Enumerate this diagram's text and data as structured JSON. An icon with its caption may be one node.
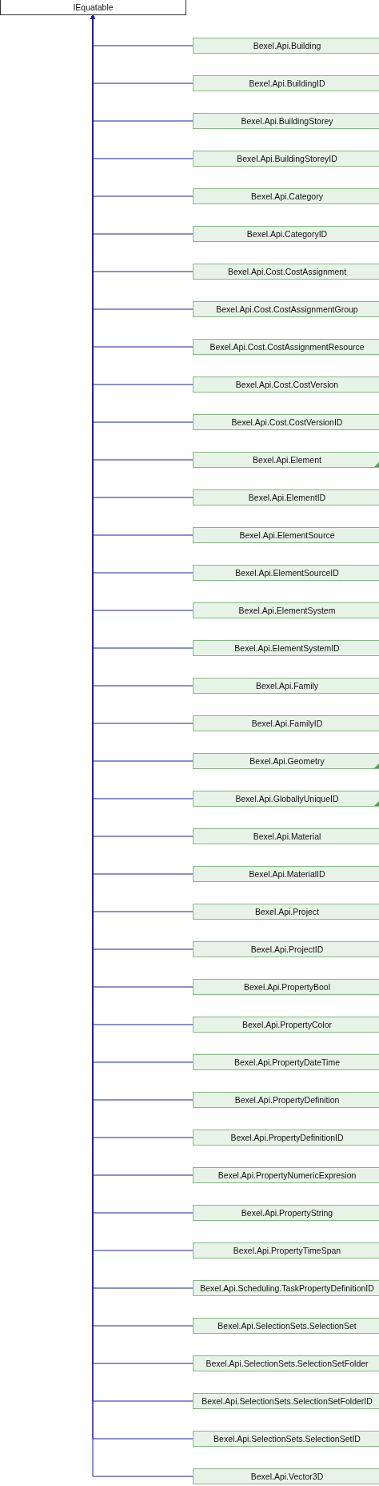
{
  "diagram": {
    "nodes": [
      {
        "text": [
          "IEquatable"
        ]
      },
      {
        "text": [
          "Bexel.Api.Building"
        ]
      },
      {
        "text": [
          "Bexel.Api.BuildingID"
        ]
      },
      {
        "text": [
          "Bexel.Api.BuildingStorey"
        ]
      },
      {
        "text": [
          "Bexel.Api.BuildingStoreyID"
        ]
      },
      {
        "text": [
          "Bexel.Api.Category"
        ]
      },
      {
        "text": [
          "Bexel.Api.CategoryID"
        ]
      },
      {
        "text": [
          "Bexel.Api.Cost.CostAssignment"
        ]
      },
      {
        "text": [
          "Bexel.Api.Cost.CostAssignmentGroup"
        ]
      },
      {
        "text": [
          "Bexel.Api.Cost.CostAssignmentResource"
        ]
      },
      {
        "text": [
          "Bexel.Api.Cost.CostVersion"
        ]
      },
      {
        "text": [
          "Bexel.Api.Cost.CostVersionID"
        ]
      },
      {
        "text": [
          "Bexel.Api.Element"
        ]
      },
      {
        "text": [
          "Bexel.Api.ElementID"
        ]
      },
      {
        "text": [
          "Bexel.Api.ElementSource"
        ]
      },
      {
        "text": [
          "Bexel.Api.ElementSourceID"
        ]
      },
      {
        "text": [
          "Bexel.Api.ElementSystem"
        ]
      },
      {
        "text": [
          "Bexel.Api.ElementSystemID"
        ]
      },
      {
        "text": [
          "Bexel.Api.Family"
        ]
      },
      {
        "text": [
          "Bexel.Api.FamilyID"
        ]
      },
      {
        "text": [
          "Bexel.Api.Geometry"
        ]
      },
      {
        "text": [
          "Bexel.Api.GloballyUniqueID"
        ]
      },
      {
        "text": [
          "Bexel.Api.Material"
        ]
      },
      {
        "text": [
          "Bexel.Api.MaterialID"
        ]
      },
      {
        "text": [
          "Bexel.Api.Project"
        ]
      },
      {
        "text": [
          "Bexel.Api.ProjectID"
        ]
      },
      {
        "text": [
          "Bexel.Api.PropertyBool"
        ]
      },
      {
        "text": [
          "Bexel.Api.PropertyColor"
        ]
      },
      {
        "text": [
          "Bexel.Api.PropertyDateTime"
        ]
      },
      {
        "text": [
          "Bexel.Api.PropertyDefinition"
        ]
      },
      {
        "text": [
          "Bexel.Api.PropertyDefinitionID"
        ]
      },
      {
        "text": [
          "Bexel.Api.PropertyNumericExpresion"
        ]
      },
      {
        "text": [
          "Bexel.Api.PropertyString"
        ]
      },
      {
        "text": [
          "Bexel.Api.PropertyTimeSpan"
        ]
      },
      {
        "text": [
          "Bexel.Api.Scheduling.TaskPropertyDefinitionID"
        ]
      },
      {
        "text": [
          "Bexel.Api.SelectionSets.SelectionSet"
        ]
      },
      {
        "text": [
          "Bexel.Api.SelectionSets.SelectionSetFolder"
        ]
      },
      {
        "text": [
          "Bexel.Api.SelectionSets.SelectionSetFolderID"
        ]
      },
      {
        "text": [
          "Bexel.Api.SelectionSets.SelectionSetID"
        ]
      },
      {
        "text": [
          "Bexel.Api.Vector3D"
        ]
      }
    ],
    "edges": [
      {
        "from": 1,
        "to": 0,
        "arrow": "to"
      },
      {
        "from": 2,
        "to": 0,
        "arrow": "to"
      },
      {
        "from": 3,
        "to": 0,
        "arrow": "to"
      },
      {
        "from": 4,
        "to": 0,
        "arrow": "to"
      },
      {
        "from": 5,
        "to": 0,
        "arrow": "to"
      },
      {
        "from": 6,
        "to": 0,
        "arrow": "to"
      },
      {
        "from": 7,
        "to": 0,
        "arrow": "to"
      },
      {
        "from": 8,
        "to": 0,
        "arrow": "to"
      },
      {
        "from": 9,
        "to": 0,
        "arrow": "to"
      },
      {
        "from": 10,
        "to": 0,
        "arrow": "to"
      },
      {
        "from": 11,
        "to": 0,
        "arrow": "to"
      },
      {
        "from": 12,
        "to": 0,
        "arrow": "to"
      },
      {
        "from": 13,
        "to": 0,
        "arrow": "to"
      },
      {
        "from": 14,
        "to": 0,
        "arrow": "to"
      },
      {
        "from": 15,
        "to": 0,
        "arrow": "to"
      },
      {
        "from": 16,
        "to": 0,
        "arrow": "to"
      },
      {
        "from": 17,
        "to": 0,
        "arrow": "to"
      },
      {
        "from": 18,
        "to": 0,
        "arrow": "to"
      },
      {
        "from": 19,
        "to": 0,
        "arrow": "to"
      },
      {
        "from": 20,
        "to": 0,
        "arrow": "to"
      },
      {
        "from": 21,
        "to": 0,
        "arrow": "to"
      },
      {
        "from": 22,
        "to": 0,
        "arrow": "to"
      },
      {
        "from": 23,
        "to": 0,
        "arrow": "to"
      },
      {
        "from": 24,
        "to": 0,
        "arrow": "to"
      },
      {
        "from": 25,
        "to": 0,
        "arrow": "to"
      },
      {
        "from": 26,
        "to": 0,
        "arrow": "to"
      },
      {
        "from": 27,
        "to": 0,
        "arrow": "to"
      },
      {
        "from": 28,
        "to": 0,
        "arrow": "to"
      },
      {
        "from": 29,
        "to": 0,
        "arrow": "to"
      },
      {
        "from": 30,
        "to": 0,
        "arrow": "to"
      },
      {
        "from": 31,
        "to": 0,
        "arrow": "to"
      },
      {
        "from": 32,
        "to": 0,
        "arrow": "to"
      },
      {
        "from": 33,
        "to": 0,
        "arrow": "to"
      },
      {
        "from": 34,
        "to": 0,
        "arrow": "to"
      },
      {
        "from": 35,
        "to": 0,
        "arrow": "to"
      },
      {
        "from": 36,
        "to": 0,
        "arrow": "to"
      },
      {
        "from": 37,
        "to": 0,
        "arrow": "to"
      },
      {
        "from": 38,
        "to": 0,
        "arrow": "to"
      },
      {
        "from": 39,
        "to": 0,
        "arrow": "to"
      }
    ]
  }
}
